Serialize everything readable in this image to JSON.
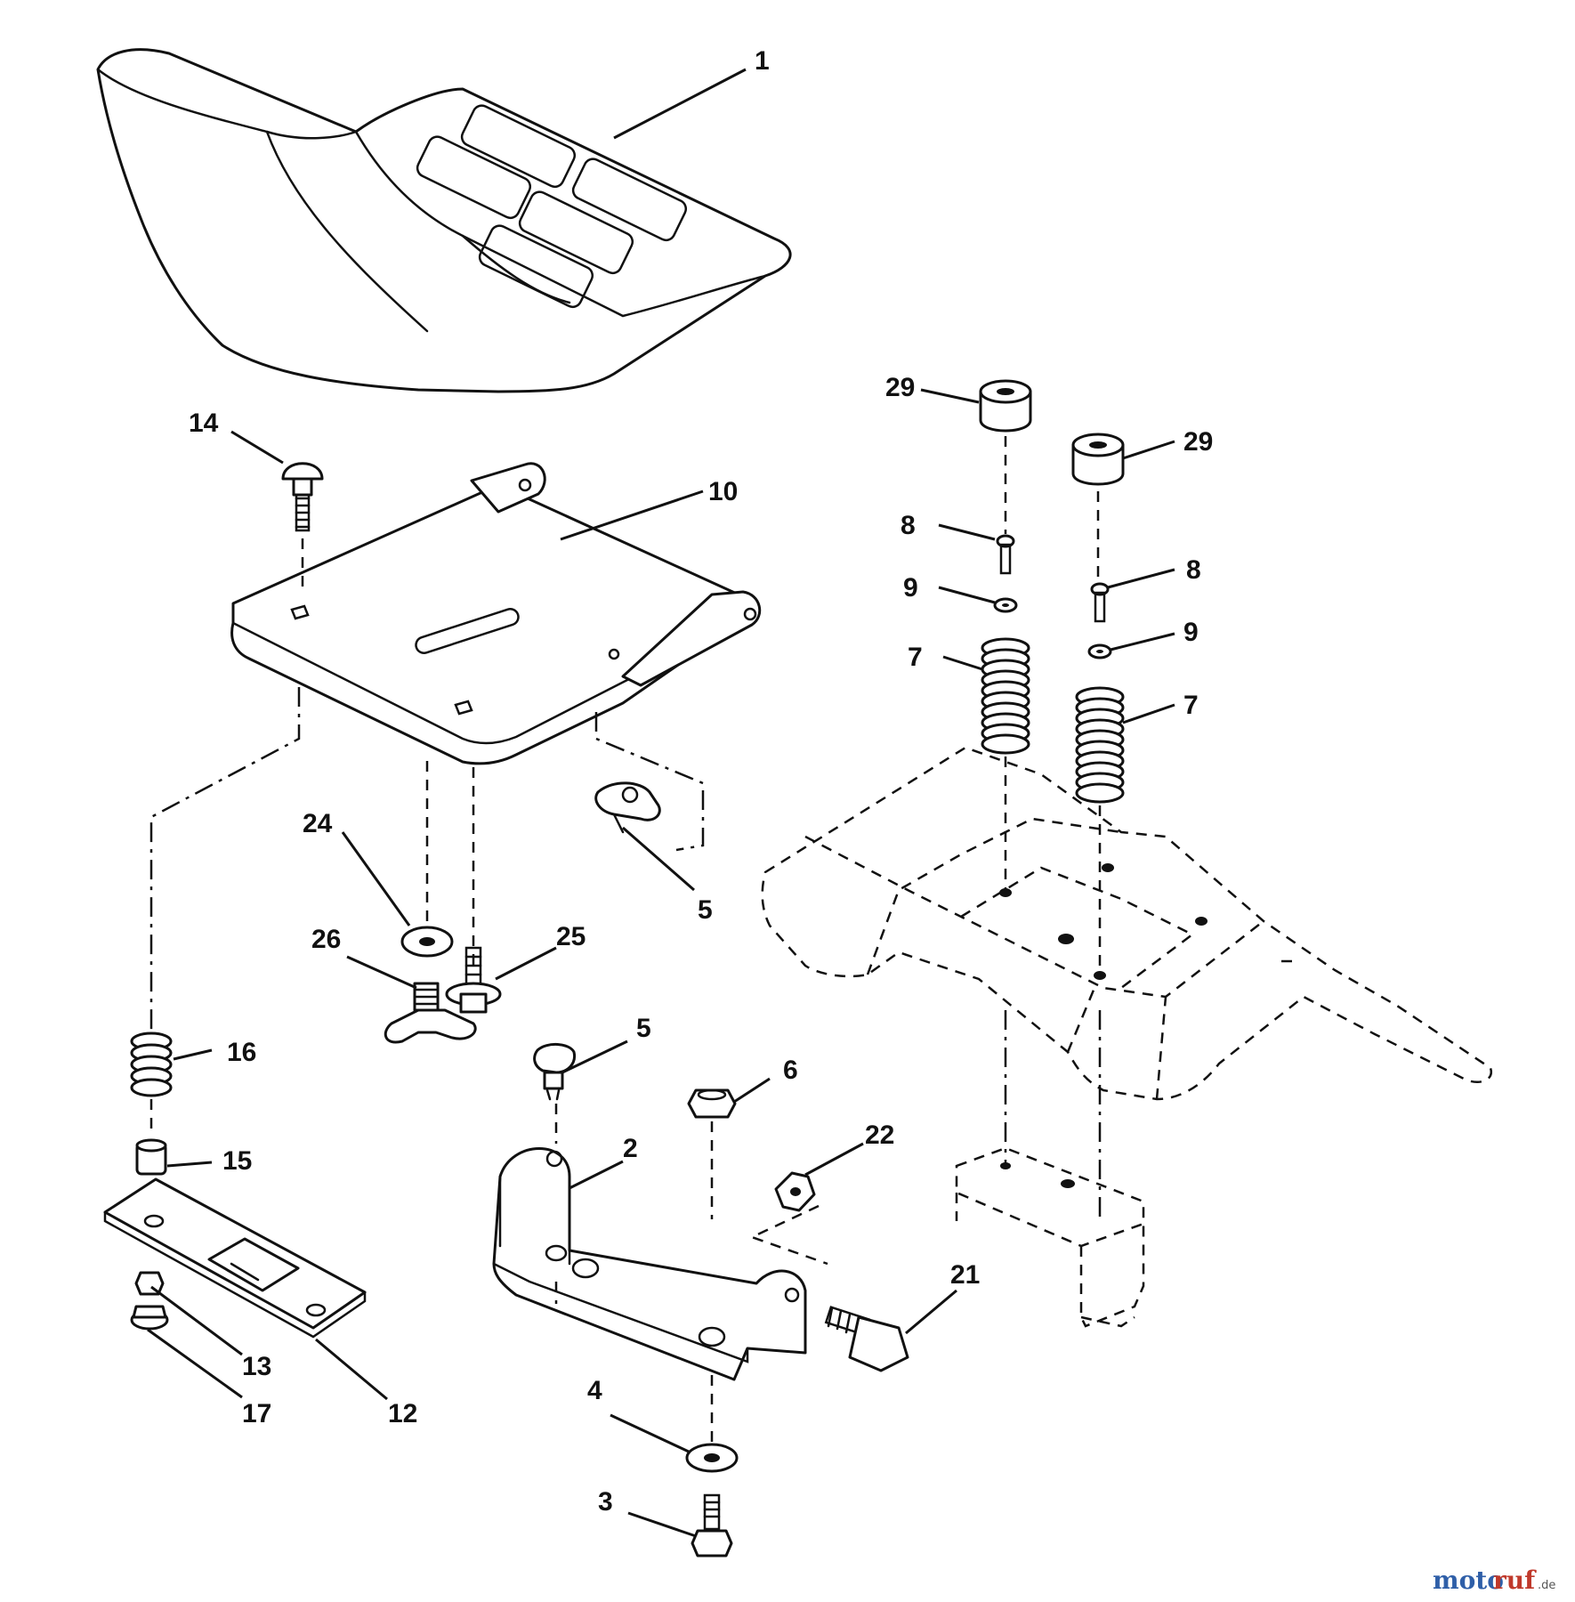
{
  "diagram": {
    "type": "exploded-parts-view",
    "callouts": {
      "seat": "1",
      "bracket": "2",
      "bolt_bottom": "3",
      "washer_bottom": "4",
      "clip_rear": "5",
      "clip_front": "5",
      "nut_top": "6",
      "spring_left": "7",
      "spring_right": "7",
      "screw_left": "8",
      "screw_right": "8",
      "washer_left": "9",
      "washer_right": "9",
      "seat_pan": "10",
      "slide_plate": "12",
      "nut_small": "13",
      "carriage_bolt": "14",
      "spacer": "15",
      "spring_small": "16",
      "nut_flange": "17",
      "shoulder_bolt": "21",
      "nut_hex": "22",
      "washer_flat": "24",
      "bolt_flange": "25",
      "knob": "26",
      "bumper_left": "29",
      "bumper_right": "29"
    },
    "watermark": {
      "part1": "moto",
      "part2": "ruf",
      "suffix": ".de"
    }
  }
}
